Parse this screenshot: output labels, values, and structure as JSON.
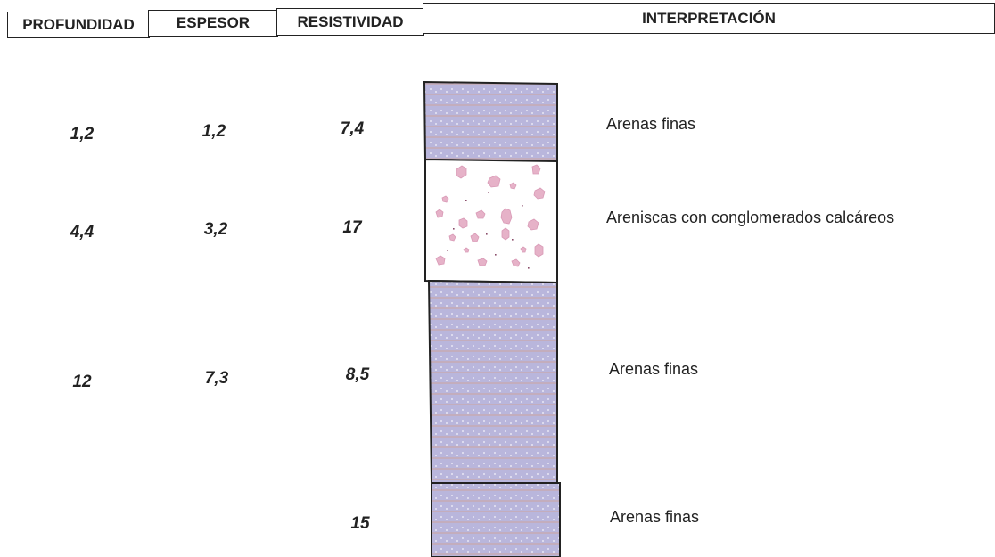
{
  "headers": {
    "profundidad": "PROFUNDIDAD",
    "espesor": "ESPESOR",
    "resistividad": "RESISTIVIDAD",
    "interpretacion": "INTERPRETACIÓN"
  },
  "layers": [
    {
      "profundidad": "1,2",
      "espesor": "1,2",
      "resistividad": "7,4",
      "interpretacion": "Arenas finas",
      "pattern": "fine-sand"
    },
    {
      "profundidad": "4,4",
      "espesor": "3,2",
      "resistividad": "17",
      "interpretacion": "Areniscas con conglomerados calcáreos",
      "pattern": "conglomerate"
    },
    {
      "profundidad": "12",
      "espesor": "7,3",
      "resistividad": "8,5",
      "interpretacion": "Arenas finas",
      "pattern": "fine-sand"
    },
    {
      "profundidad": "",
      "espesor": "",
      "resistividad": "15",
      "interpretacion": "Arenas finas",
      "pattern": "fine-sand"
    }
  ],
  "colors": {
    "fine_sand_fill": "#b9b6dc",
    "fine_sand_stripe": "#c7a9b3",
    "pebble": "#e6b2c8",
    "border": "#222222"
  }
}
